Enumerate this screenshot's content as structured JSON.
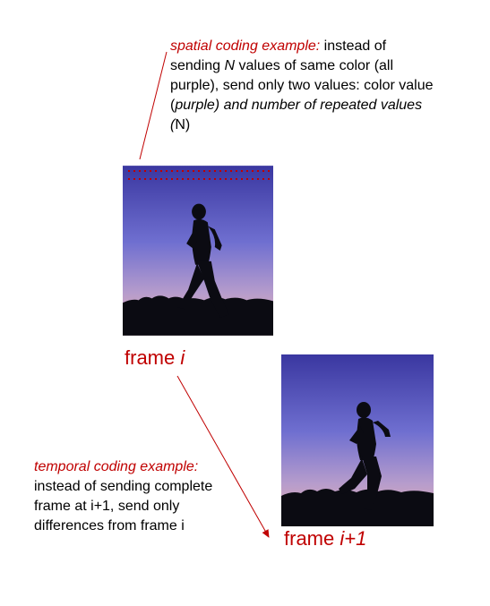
{
  "spatial": {
    "lead": "spatial coding example:",
    "t1": " instead of sending ",
    "n": "N",
    "t2": " values of same color (all purple), send only two values: color  value (",
    "purple": "purple)",
    "and": "  and number of repeated values (",
    "nclose": "N)"
  },
  "temporal": {
    "lead": "temporal coding example:",
    "body": "instead of sending complete frame at i+1, send only differences from frame i"
  },
  "frames": {
    "a_word": "frame ",
    "a_var": "i",
    "b_word": "frame ",
    "b_var": "i+1"
  },
  "colors": {
    "accent": "#c00000",
    "sky_top": "#3d3aa0",
    "sky_bottom": "#d8a7b8",
    "silhouette": "#0b0b12"
  }
}
